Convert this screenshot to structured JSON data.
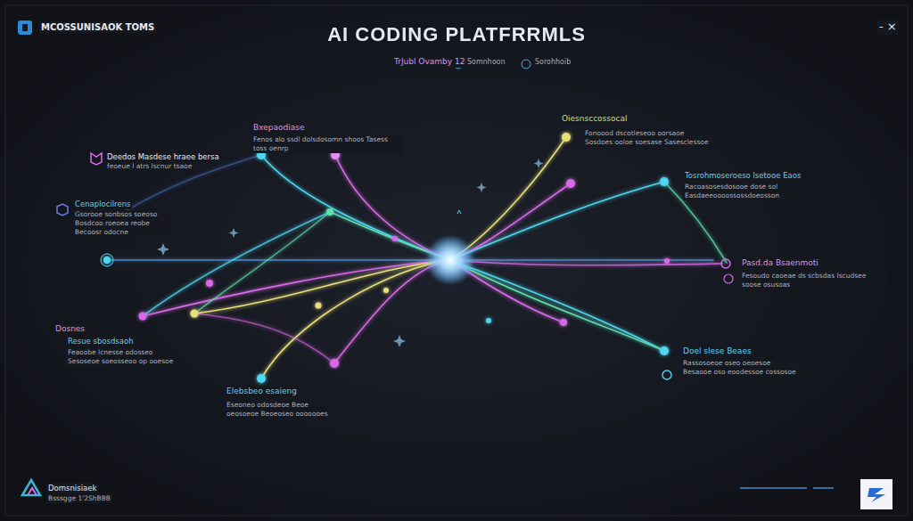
{
  "diagram": {
    "title": "AI CODING PLATFRRMLS",
    "labels": [
      "MCOSSUNISAOK TOMS",
      "- ×",
      "TrJubl Ovamby 120Ql",
      "Somnhoon",
      "Sorohhoib",
      "Bxepaodiase",
      "Fenos alo ssdl dolsdosomn shoos Tasess toss oenrp",
      "Oiesnsccossocal",
      "Fonoood dscotleseoo oorsaoe Sosdoes ooloe soesase Sasesclessoe",
      "Deedos Masdese hraee bersa",
      "feoeue l atrs lscnur tsaoe",
      "Tosrohmoseroeso lsetooe Eaos",
      "Racoasosesdosooe dose sol Easdaeeoooossossdoeosson",
      "Cenaplocilrens",
      "Gsorooe sonbsos soeoso Bosdcoo roeoea reobe Becoosr odocne",
      "Pasd.da Bsaenmoti",
      "Fesoudo caoeae ds scbsdas Iscudsee soose osusoas",
      "Dosnes",
      "Resue sbosdsaoh",
      "Feaoobe lcnesse odosseo Sesoseoe soeosseoo op ooesoe",
      "Doel slese Beaes",
      "Rassosoeoe oseo oeoesoe Besaooe oso eoodessoe cossosoe",
      "Elebsbeo esaieng",
      "Eseoneo odosdeoe Beoe oeosoeoe Beoeoseo ooooooes",
      "Domsnisiaek",
      "Bsssgge 1'2ShBBB"
    ]
  }
}
